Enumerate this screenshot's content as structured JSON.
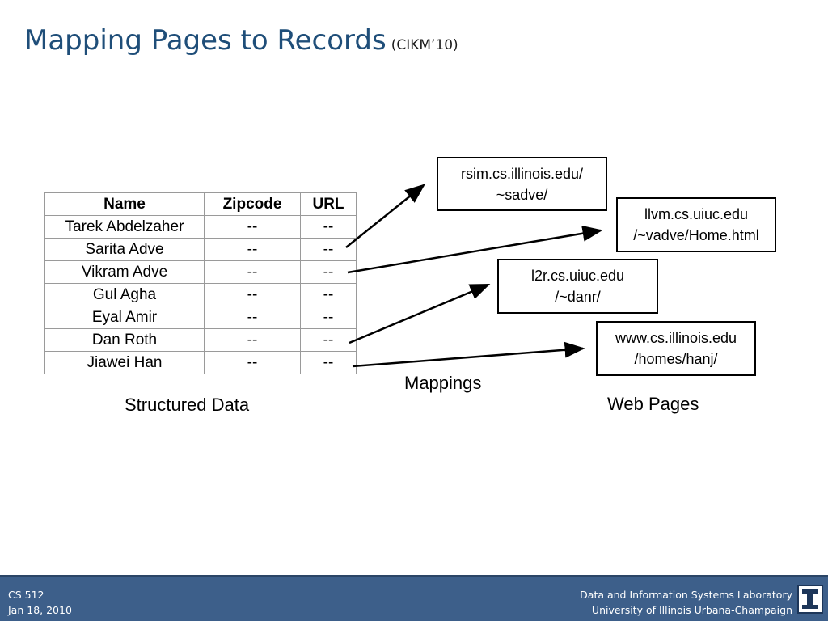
{
  "slide": {
    "title": "Mapping Pages to Records",
    "title_suffix": "(CIKM’10)"
  },
  "table": {
    "headers": [
      "Name",
      "Zipcode",
      "URL"
    ],
    "rows": [
      [
        "Tarek Abdelzaher",
        "--",
        "--"
      ],
      [
        "Sarita Adve",
        "--",
        "--"
      ],
      [
        "Vikram Adve",
        "--",
        "--"
      ],
      [
        "Gul Agha",
        "--",
        "--"
      ],
      [
        "Eyal Amir",
        "--",
        "--"
      ],
      [
        "Dan Roth",
        "--",
        "--"
      ],
      [
        "Jiawei Han",
        "--",
        "--"
      ]
    ]
  },
  "web_pages": [
    {
      "line1": "rsim.cs.illinois.edu/",
      "line2": "~sadve/"
    },
    {
      "line1": "llvm.cs.uiuc.edu",
      "line2": "/~vadve/Home.html"
    },
    {
      "line1": "l2r.cs.uiuc.edu",
      "line2": "/~danr/"
    },
    {
      "line1": "www.cs.illinois.edu",
      "line2": "/homes/hanj/"
    }
  ],
  "captions": {
    "structured_data": "Structured Data",
    "mappings": "Mappings",
    "web_pages": "Web Pages"
  },
  "footer": {
    "course": "CS 512",
    "date": "Jan 18, 2010",
    "lab": "Data and Information Systems Laboratory",
    "university": "University of Illinois Urbana-Champaign"
  },
  "colors": {
    "title": "#1f4e79",
    "footer_bg": "#3d5f8a",
    "logo": "#1d3659"
  }
}
